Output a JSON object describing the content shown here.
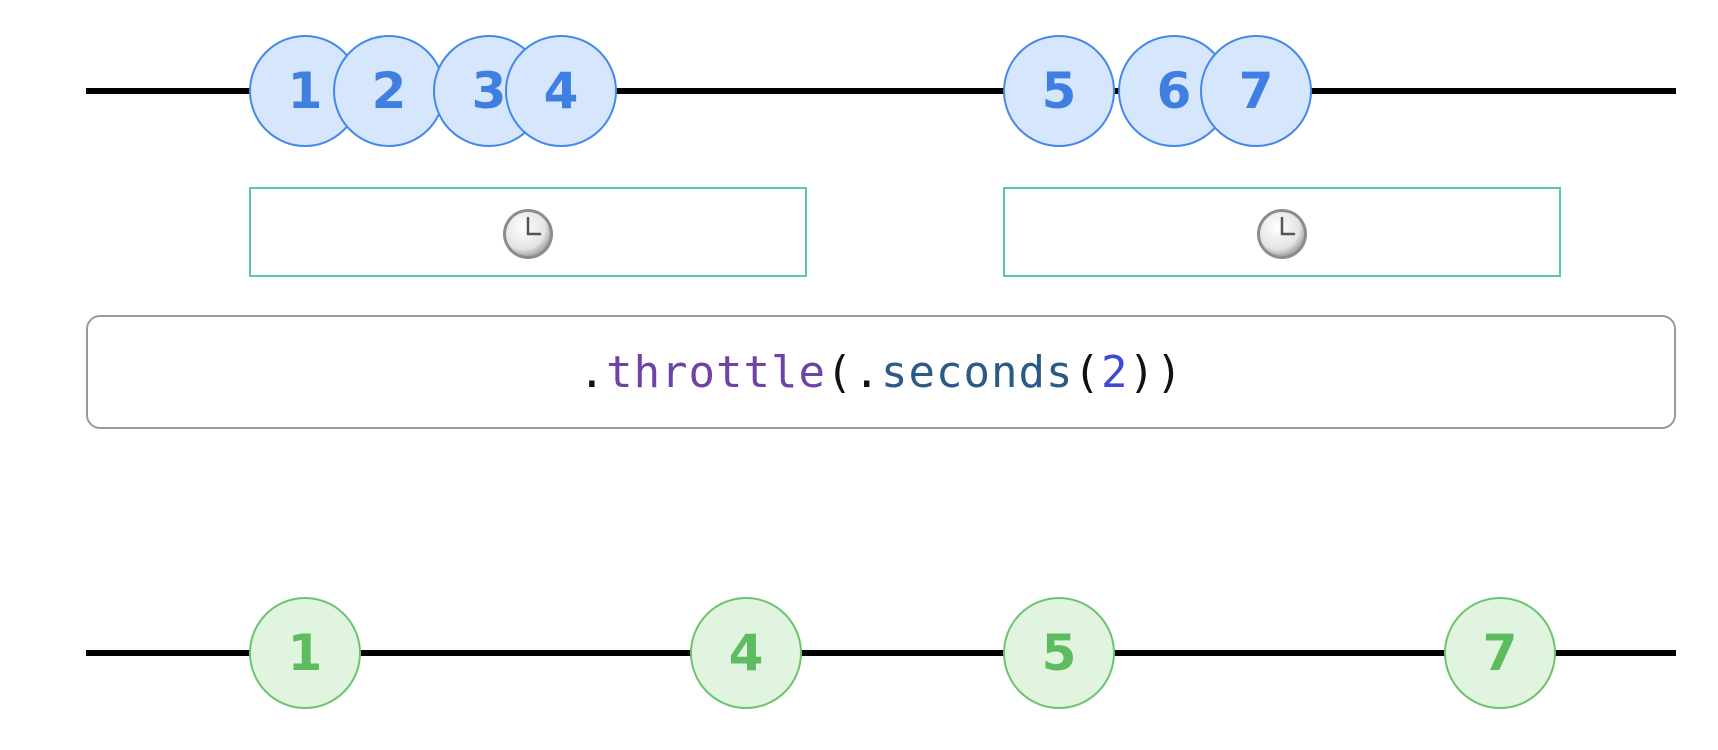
{
  "input_stream": {
    "marbles": [
      {
        "label": "1"
      },
      {
        "label": "2"
      },
      {
        "label": "3"
      },
      {
        "label": "4"
      },
      {
        "label": "5"
      },
      {
        "label": "6"
      },
      {
        "label": "7"
      }
    ],
    "color": "#3f7fe2",
    "fill": "#d6e6fd"
  },
  "throttle_windows": [
    {
      "icon": "clock-icon"
    },
    {
      "icon": "clock-icon"
    }
  ],
  "operator": {
    "dot1": ".",
    "method": "throttle",
    "open1": "(",
    "dot2": ".",
    "member": "seconds",
    "open2": "(",
    "arg": "2",
    "close": "))"
  },
  "output_stream": {
    "marbles": [
      {
        "label": "1"
      },
      {
        "label": "4"
      },
      {
        "label": "5"
      },
      {
        "label": "7"
      }
    ],
    "color": "#5dbb60",
    "fill": "#e1f4df"
  },
  "colors": {
    "window_border": "#56c9ad",
    "timeline": "#000000",
    "method": "#6f42a8",
    "member": "#2c5a86",
    "number": "#3b4bd6"
  }
}
